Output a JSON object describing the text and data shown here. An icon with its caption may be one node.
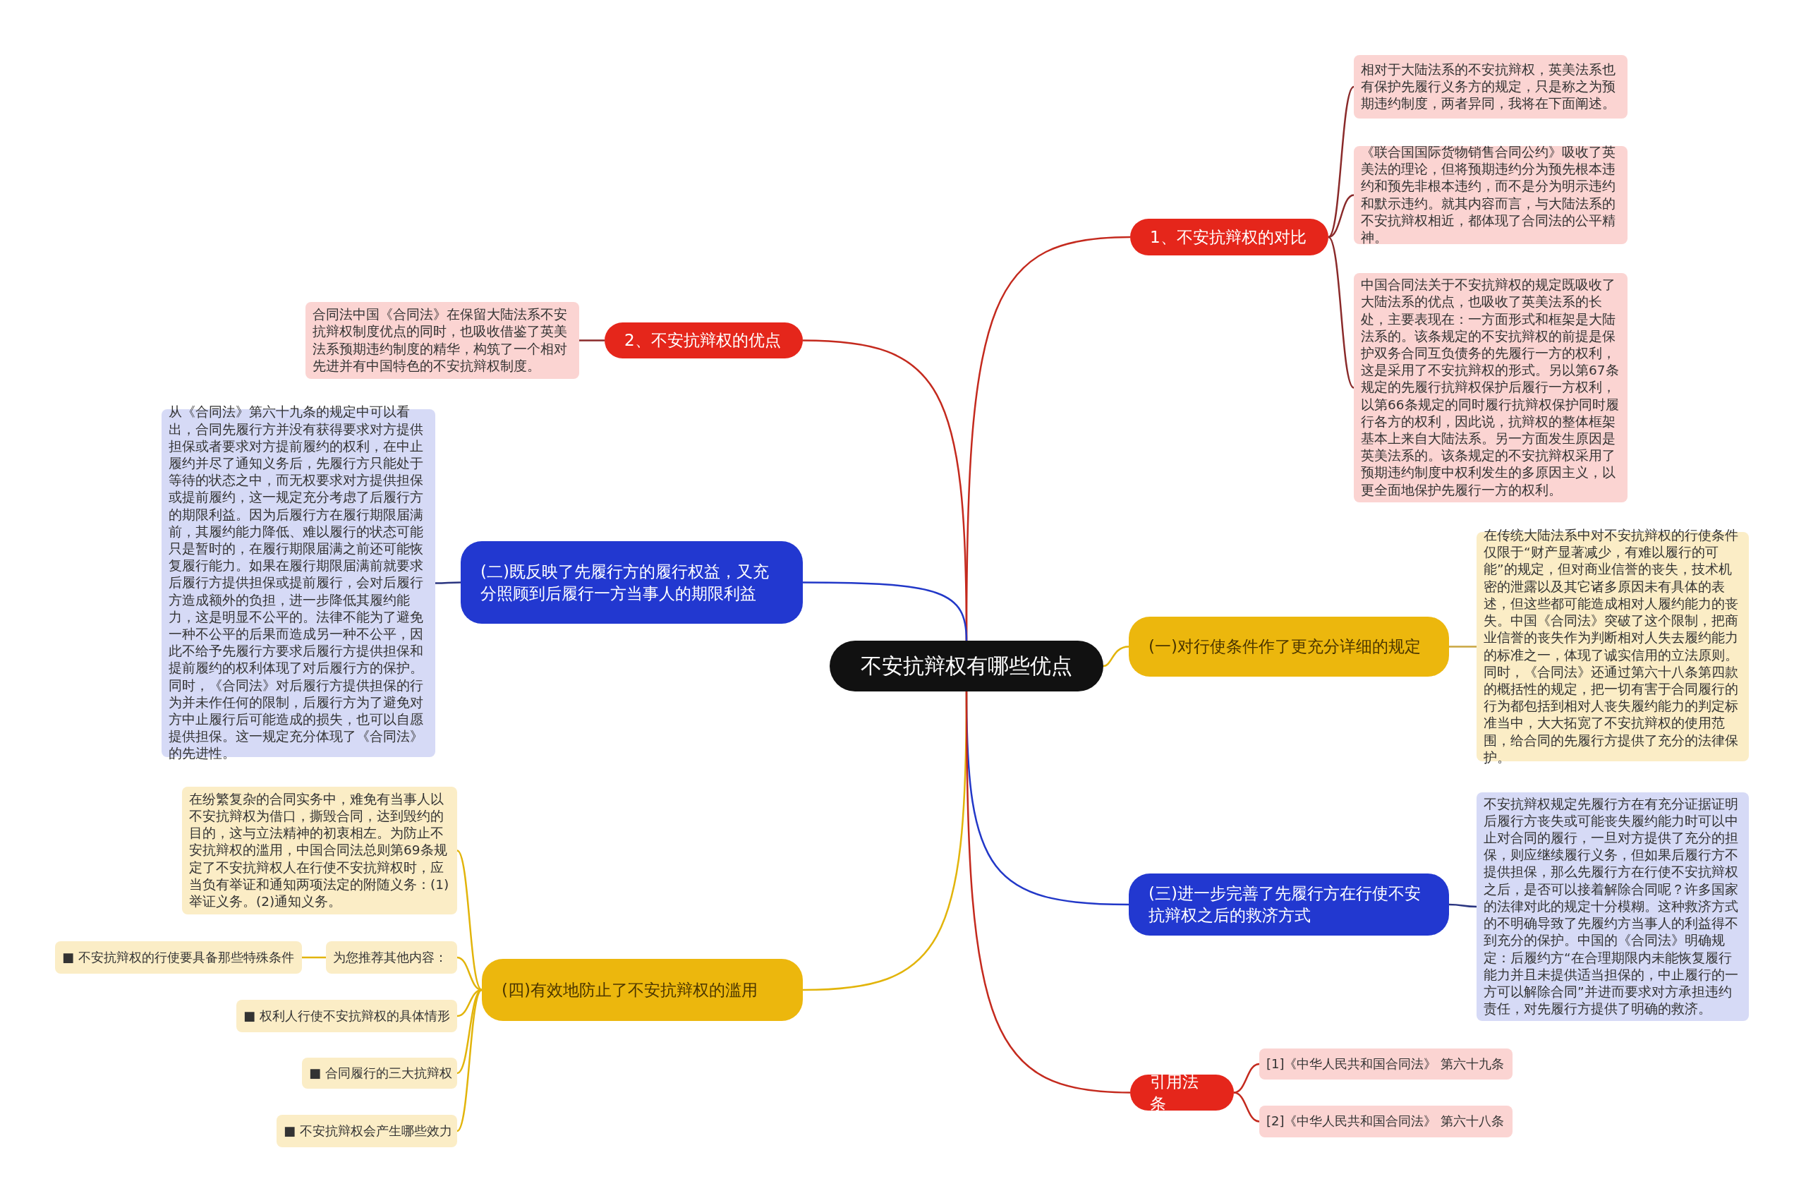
{
  "diagram": {
    "nodes": [
      {
        "text": [
          "不安抗辩权有哪些优点"
        ]
      },
      {
        "text": [
          "1、不安抗辩权的对比"
        ]
      },
      {
        "text": [
          "相对于大陆法系的不安抗辩权，英美法系也有保护先履行义务方的规定，只是称之为预期违约制度，两者异同，我将在下面阐述。"
        ]
      },
      {
        "text": [
          "《联合国国际货物销售合同公约》吸收了英美法的理论，但将预期违约分为预先根本违约和预先非根本违约，而不是分为明示违约和默示违约。就其内容而言，与大陆法系的不安抗辩权相近，都体现了合同法的公平精神。"
        ]
      },
      {
        "text": [
          "中国合同法关于不安抗辩权的规定既吸收了大陆法系的优点，也吸收了英美法系的长处，主要表现在：一方面形式和框架是大陆法系的。该条规定的不安抗辩权的前提是保护双务合同互负债务的先履行一方的权利，这是采用了不安抗辩权的形式。另以第67条规定的先履行抗辩权保护后履行一方权利，以第66条规定的同时履行抗辩权保护同时履行各方的权利，因此说，抗辩权的整体框架基本上来自大陆法系。另一方面发生原因是英美法系的。该条规定的不安抗辩权采用了预期违约制度中权利发生的多原因主义，以更全面地保护先履行一方的权利。"
        ]
      },
      {
        "text": [
          "2、不安抗辩权的优点"
        ]
      },
      {
        "text": [
          "合同法中国《合同法》在保留大陆法系不安抗辩权制度优点的同时，也吸收借鉴了英美法系预期违约制度的精华，构筑了一个相对先进并有中国特色的不安抗辩权制度。"
        ]
      },
      {
        "text": [
          "(二)既反映了先履行方的履行权益，又充分照顾到后履行一方当事人的期限利益"
        ]
      },
      {
        "text": [
          "从《合同法》第六十九条的规定中可以看出，合同先履行方并没有获得要求对方提供担保或者要求对方提前履约的权利，在中止履约并尽了通知义务后，先履行方只能处于等待的状态之中，而无权要求对方提供担保或提前履约，这一规定充分考虑了后履行方的期限利益。因为后履行方在履行期限届满前，其履约能力降低、难以履行的状态可能只是暂时的，在履行期限届满之前还可能恢复履行能力。如果在履行期限届满前就要求后履行方提供担保或提前履行，会对后履行方造成额外的负担，进一步降低其履约能力，这是明显不公平的。法律不能为了避免一种不公平的后果而造成另一种不公平，因此不给予先履行方要求后履行方提供担保和提前履约的权利体现了对后履行方的保护。同时，《合同法》对后履行方提供担保的行为并未作任何的限制，后履行方为了避免对方中止履行后可能造成的损失，也可以自愿提供担保。这一规定充分体现了《合同法》的先进性。"
        ]
      },
      {
        "text": [
          "(一)对行使条件作了更充分详细的规定"
        ]
      },
      {
        "text": [
          "在传统大陆法系中对不安抗辩权的行使条件仅限于“财产显著减少，有难以履行的可能”的规定，但对商业信誉的丧失，技术机密的泄露以及其它诸多原因未有具体的表述，但这些都可能造成相对人履约能力的丧失。中国《合同法》突破了这个限制，把商业信誉的丧失作为判断相对人失去履约能力的标准之一，体现了诚实信用的立法原则。同时，《合同法》还通过第六十八条第四款的概括性的规定，把一切有害于合同履行的行为都包括到相对人丧失履约能力的判定标准当中，大大拓宽了不安抗辩权的使用范围，给合同的先履行方提供了充分的法律保护。"
        ]
      },
      {
        "text": [
          "(三)进一步完善了先履行方在行使不安抗辩权之后的救济方式"
        ]
      },
      {
        "text": [
          "不安抗辩权规定先履行方在有充分证据证明后履行方丧失或可能丧失履约能力时可以中止对合同的履行，一旦对方提供了充分的担保，则应继续履行义务，但如果后履行方不提供担保，那么先履行方在行使不安抗辩权之后，是否可以接着解除合同呢？许多国家的法律对此的规定十分模糊。这种救济方式的不明确导致了先履约方当事人的利益得不到充分的保护。中国的《合同法》明确规定：后履约方“在合理期限内未能恢复履行能力并且未提供适当担保的，中止履行的一方可以解除合同”并进而要求对方承担违约责任，对先履行方提供了明确的救济。"
        ]
      },
      {
        "text": [
          "(四)有效地防止了不安抗辩权的滥用"
        ]
      },
      {
        "text": [
          "在纷繁复杂的合同实务中，难免有当事人以不安抗辩权为借口，撕毁合同，达到毁约的目的，这与立法精神的初衷相左。为防止不安抗辩权的滥用，中国合同法总则第69条规定了不安抗辩权人在行使不安抗辩权时，应当负有举证和通知两项法定的附随义务：(1)举证义务。(2)通知义务。"
        ]
      },
      {
        "text": [
          "为您推荐其他内容："
        ]
      },
      {
        "text": [
          "■ 不安抗辩权的行使要具备那些特殊条件"
        ]
      },
      {
        "text": [
          "■ 权利人行使不安抗辩权的具体情形"
        ]
      },
      {
        "text": [
          "■ 合同履行的三大抗辩权"
        ]
      },
      {
        "text": [
          "■ 不安抗辩权会产生哪些效力"
        ]
      },
      {
        "text": [
          "引用法条"
        ]
      },
      {
        "text": [
          "[1]《中华人民共和国合同法》 第六十九条"
        ]
      },
      {
        "text": [
          "[2]《中华人民共和国合同法》 第六十八条"
        ]
      }
    ],
    "edges": [
      {
        "from": 0,
        "to": 1,
        "arrow": "none",
        "color": "#c42a1e"
      },
      {
        "from": 1,
        "to": 2,
        "arrow": "none",
        "color": "#8a2a2a"
      },
      {
        "from": 1,
        "to": 3,
        "arrow": "none",
        "color": "#8a2a2a"
      },
      {
        "from": 1,
        "to": 4,
        "arrow": "none",
        "color": "#8a2a2a"
      },
      {
        "from": 0,
        "to": 5,
        "arrow": "none",
        "color": "#c42a1e"
      },
      {
        "from": 5,
        "to": 6,
        "arrow": "none",
        "color": "#8a2a2a"
      },
      {
        "from": 0,
        "to": 7,
        "arrow": "none",
        "color": "#2238c8"
      },
      {
        "from": 7,
        "to": 8,
        "arrow": "none",
        "color": "#2a3580"
      },
      {
        "from": 0,
        "to": 9,
        "arrow": "none",
        "color": "#e2b40a"
      },
      {
        "from": 9,
        "to": 10,
        "arrow": "none",
        "color": "#c9a640"
      },
      {
        "from": 0,
        "to": 11,
        "arrow": "none",
        "color": "#2238c8"
      },
      {
        "from": 11,
        "to": 12,
        "arrow": "none",
        "color": "#2a3580"
      },
      {
        "from": 0,
        "to": 13,
        "arrow": "none",
        "color": "#e2b40a"
      },
      {
        "from": 13,
        "to": 14,
        "arrow": "none",
        "color": "#e2b40a"
      },
      {
        "from": 13,
        "to": 15,
        "arrow": "none",
        "color": "#e2b40a"
      },
      {
        "from": 15,
        "to": 16,
        "arrow": "none",
        "color": "#e2b40a"
      },
      {
        "from": 13,
        "to": 17,
        "arrow": "none",
        "color": "#e2b40a"
      },
      {
        "from": 13,
        "to": 18,
        "arrow": "none",
        "color": "#e2b40a"
      },
      {
        "from": 13,
        "to": 19,
        "arrow": "none",
        "color": "#e2b40a"
      },
      {
        "from": 0,
        "to": 20,
        "arrow": "none",
        "color": "#c42a1e"
      },
      {
        "from": 20,
        "to": 21,
        "arrow": "none",
        "color": "#c42a1e"
      },
      {
        "from": 20,
        "to": 22,
        "arrow": "none",
        "color": "#c42a1e"
      }
    ]
  }
}
